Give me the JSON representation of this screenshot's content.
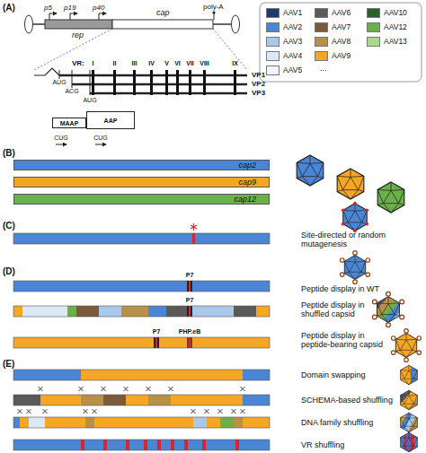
{
  "diagram": {
    "nodes": [
      {
        "text": [
          "MAAP"
        ]
      },
      {
        "text": [
          "AAP"
        ]
      },
      {
        "text": [
          "cap2"
        ]
      },
      {
        "text": [
          "cap9"
        ]
      },
      {
        "text": [
          "cap12"
        ]
      }
    ],
    "labels": [
      "(A)",
      "p5",
      "p19",
      "p40",
      "rep",
      "cap",
      "poly-A",
      "VR:",
      "I",
      "II",
      "III",
      "IV",
      "V",
      "VI",
      "VII",
      "VIII",
      "IX",
      "VP1",
      "VP2",
      "VP3",
      "AUG",
      "ACG",
      "AUG",
      "CUG",
      "CUG",
      "...",
      "(B)",
      "(C)",
      "Site-directed or random mutagenesis",
      "(D)",
      "P7",
      "Peptide display in WT",
      "P7",
      "Peptide display in shuffled capsid",
      "P7",
      "PHP.eB",
      "Peptide display in peptide-bearing capsid",
      "(E)",
      "Domain swapping",
      "SCHEMA-based shuffling",
      "DNA family shuffling",
      "VR shuffling"
    ],
    "legend": [
      {
        "text": "AAV1",
        "color": "#1f3a68"
      },
      {
        "text": "AAV2",
        "color": "#4a86d4"
      },
      {
        "text": "AAV3",
        "color": "#a9c8ea"
      },
      {
        "text": "AAV4",
        "color": "#dce8f5"
      },
      {
        "text": "AAV5",
        "color": "#f2f5f9"
      },
      {
        "text": "AAV6",
        "color": "#5a5a5a"
      },
      {
        "text": "AAV7",
        "color": "#7b5b3a"
      },
      {
        "text": "AAV8",
        "color": "#b89048"
      },
      {
        "text": "AAV9",
        "color": "#f5a623"
      },
      {
        "text": "AAV10",
        "color": "#2e5e2e"
      },
      {
        "text": "AAV12",
        "color": "#6cb04a"
      },
      {
        "text": "AAV13",
        "color": "#a9d98b"
      }
    ]
  }
}
